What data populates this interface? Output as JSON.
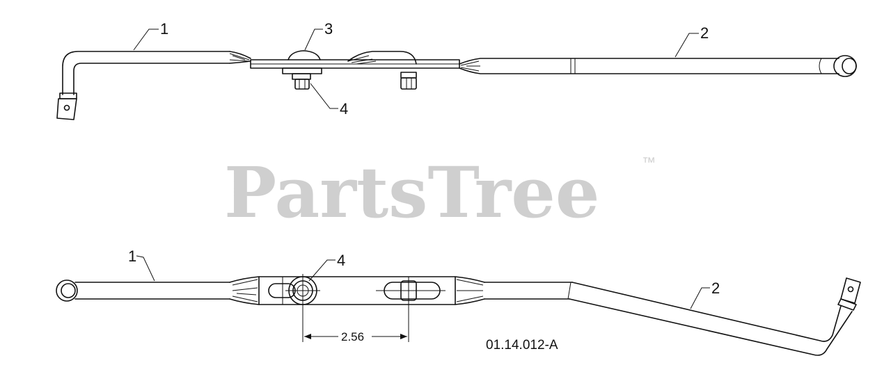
{
  "watermark": {
    "text": "PartsTree",
    "trademark": "™"
  },
  "callouts_top": [
    {
      "number": "1"
    },
    {
      "number": "3"
    },
    {
      "number": "2"
    },
    {
      "number": "4"
    }
  ],
  "callouts_bottom": [
    {
      "number": "1"
    },
    {
      "number": "4"
    },
    {
      "number": "2"
    }
  ],
  "dimension": {
    "value": "2.56"
  },
  "reference_code": "01.14.012-A",
  "colors": {
    "line": "#111111",
    "watermark": "#cfcfcf",
    "background": "#ffffff"
  }
}
